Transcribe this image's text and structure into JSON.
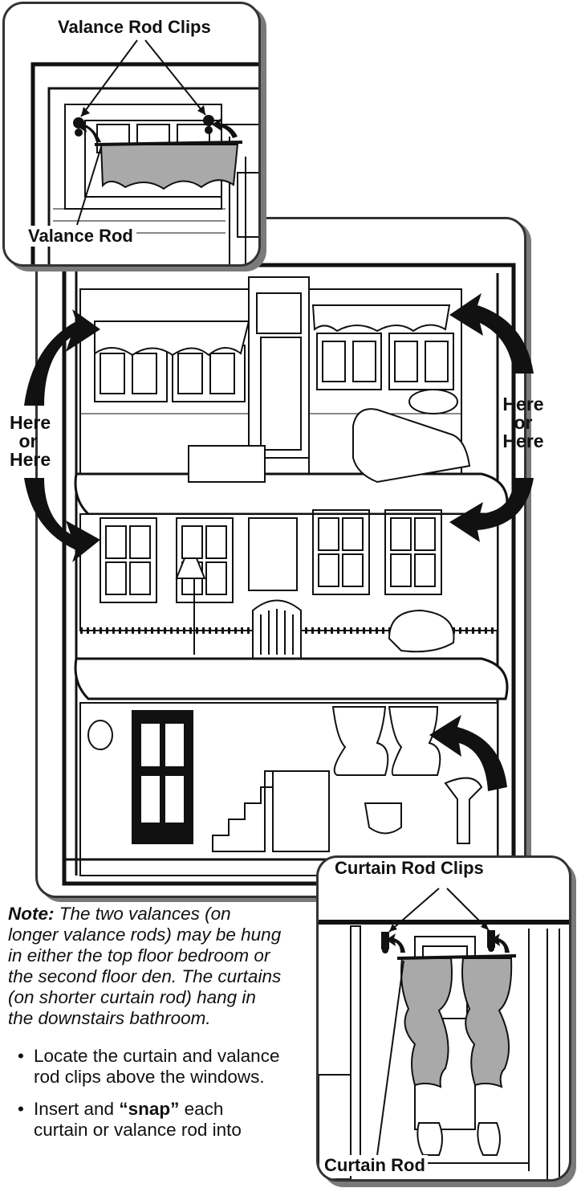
{
  "top_inset": {
    "label_clips": "Valance Rod Clips",
    "label_rod": "Valance Rod"
  },
  "main_illustration": {
    "label_left": [
      "Here",
      "or",
      "Here"
    ],
    "label_right": [
      "Here",
      "or",
      "Here"
    ]
  },
  "bottom_inset": {
    "label_clips": "Curtain Rod Clips",
    "label_rod": "Curtain Rod"
  },
  "note": {
    "lead": "Note:",
    "body": " The two valances (on longer valance rods) may be hung in either the top floor bedroom or the second floor den. The curtains (on shorter curtain rod) hang in the downstairs bathroom."
  },
  "steps": [
    {
      "text": "Locate the curtain and valance rod clips above the windows."
    },
    {
      "pre": "Insert and ",
      "emph": "“snap”",
      "post": " each curtain or valance rod into"
    }
  ],
  "colors": {
    "fabric": "#a9a9a9",
    "arrow": "#111111",
    "frame": "#333333",
    "shadow": "#7a7a7a"
  },
  "icons": [
    "curved-arrow-icon"
  ]
}
